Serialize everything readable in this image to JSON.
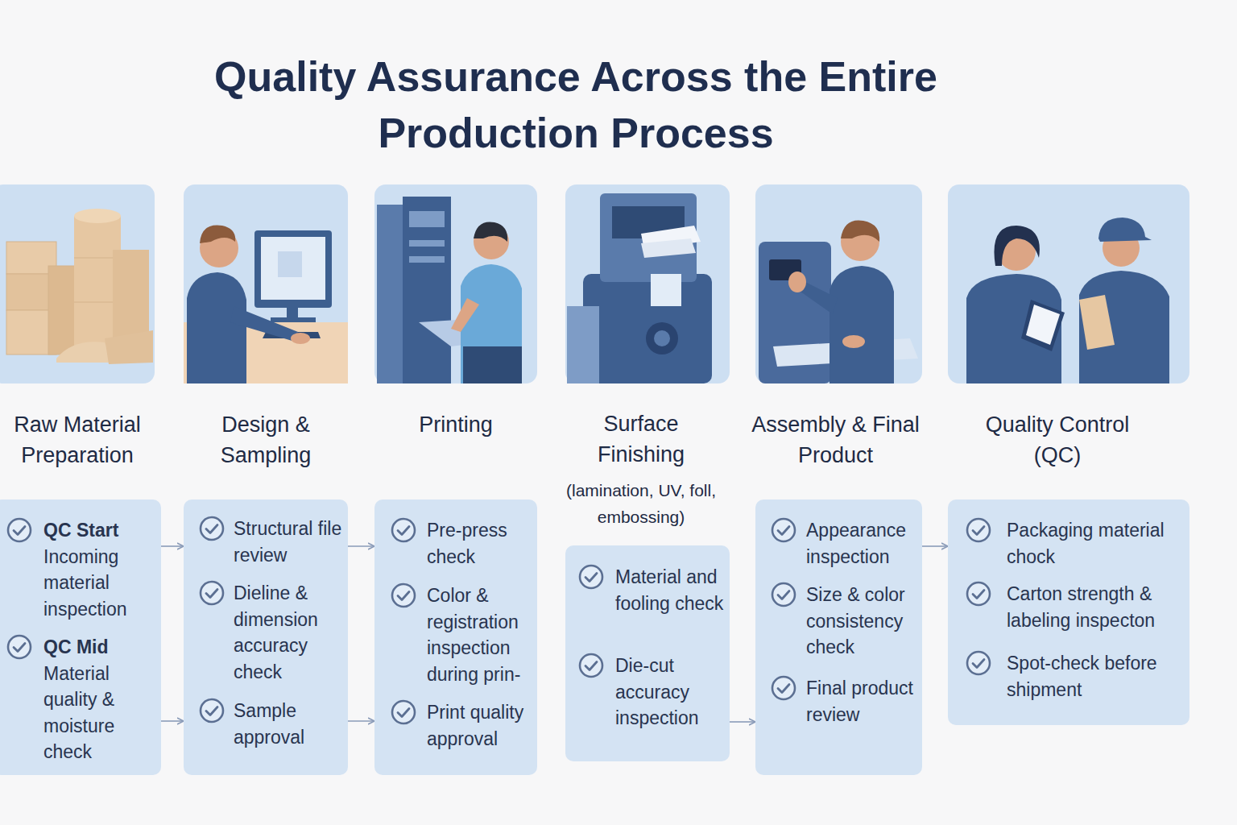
{
  "diagram": {
    "title": "Quality Assurance Across the Entire Production Process",
    "nodes": [
      {
        "text": [
          "Raw Material Preparation",
          "QC Start",
          "Incoming material inspection",
          "QC Mid",
          "Material quality & moisture check"
        ]
      },
      {
        "text": [
          "Design & Sampling",
          "Structural file review",
          "Dieline & dimension accuracy check",
          "Sample approval"
        ]
      },
      {
        "text": [
          "Printing",
          "Pre-press check",
          "Color & registration inspection during prin-",
          "Print quality approval"
        ]
      },
      {
        "text": [
          "Surface Finishing",
          "(lamination, UV, foll, embossing)",
          "Material and fooling check",
          "Die-cut accuracy inspection"
        ]
      },
      {
        "text": [
          "Assembly & Final Product",
          "Appearance inspection",
          "Size & color consistency check",
          "Final product review"
        ]
      },
      {
        "text": [
          "Quality Control (QC)",
          "Packaging material chock",
          "Carton strength & labeling inspecton",
          "Spot-check before shipment"
        ]
      }
    ],
    "edges": [
      {
        "from": 0,
        "to": 1,
        "arrow": "to"
      },
      {
        "from": 0,
        "to": 1,
        "arrow": "to"
      },
      {
        "from": 1,
        "to": 2,
        "arrow": "to"
      },
      {
        "from": 1,
        "to": 2,
        "arrow": "to"
      },
      {
        "from": 3,
        "to": 4,
        "arrow": "to"
      },
      {
        "from": 4,
        "to": 5,
        "arrow": "to"
      }
    ]
  }
}
